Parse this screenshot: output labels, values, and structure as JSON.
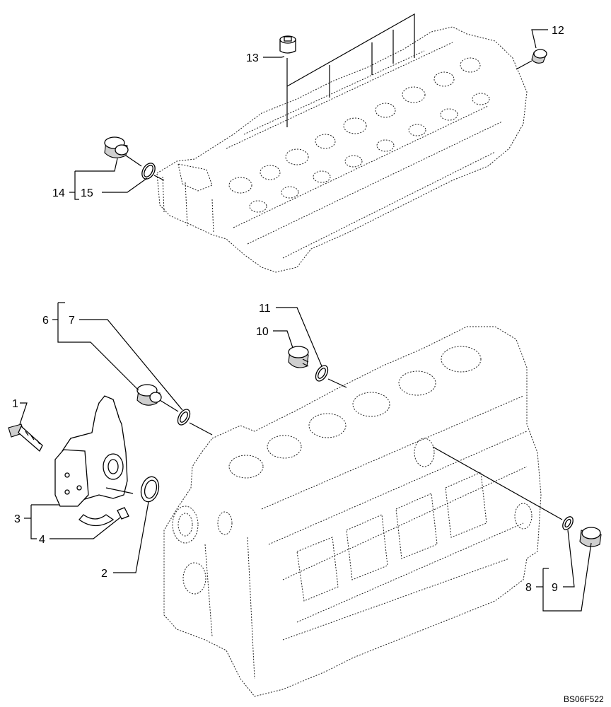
{
  "callouts": {
    "c1": "1",
    "c2": "2",
    "c3": "3",
    "c4": "4",
    "c6": "6",
    "c7": "7",
    "c8": "8",
    "c9": "9",
    "c10": "10",
    "c11": "11",
    "c12": "12",
    "c13": "13",
    "c14": "14",
    "c15": "15"
  },
  "reference_code": "BS06F522"
}
